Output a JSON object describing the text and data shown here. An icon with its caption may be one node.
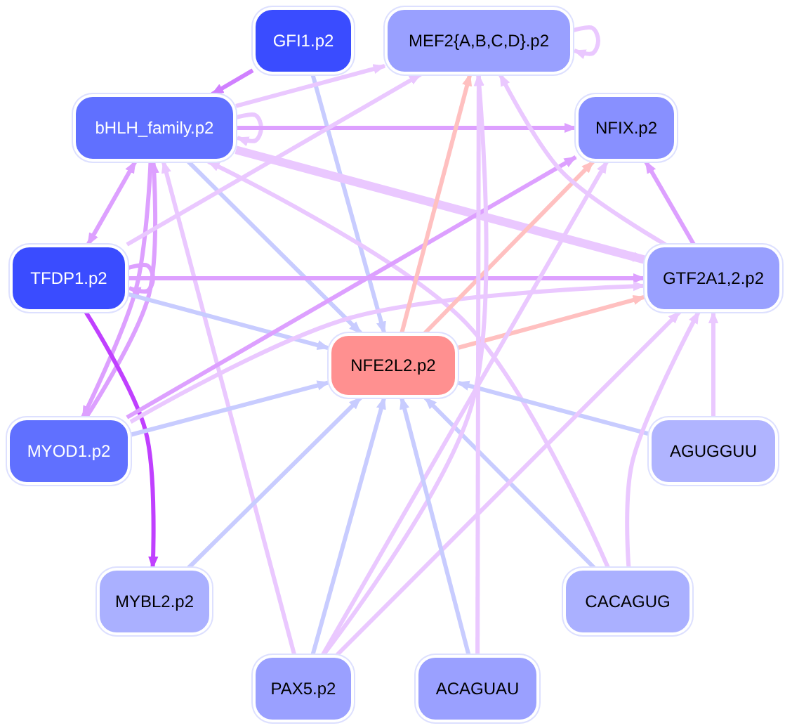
{
  "diagram": {
    "nodes": [
      {
        "text": [
          "GFI1.p2"
        ]
      },
      {
        "text": [
          "MEF2{A,B,C,D}.p2"
        ]
      },
      {
        "text": [
          "bHLH_family.p2"
        ]
      },
      {
        "text": [
          "NFIX.p2"
        ]
      },
      {
        "text": [
          "TFDP1.p2"
        ]
      },
      {
        "text": [
          "GTF2A1,2.p2"
        ]
      },
      {
        "text": [
          "NFE2L2.p2"
        ]
      },
      {
        "text": [
          "MYOD1.p2"
        ]
      },
      {
        "text": [
          "AGUGGUU"
        ]
      },
      {
        "text": [
          "MYBL2.p2"
        ]
      },
      {
        "text": [
          "CACAGUG"
        ]
      },
      {
        "text": [
          "PAX5.p2"
        ]
      },
      {
        "text": [
          "ACAGUAU"
        ]
      }
    ],
    "edges": [
      {
        "from": 0,
        "to": 2,
        "arrow": "to",
        "color": "#d080ff"
      },
      {
        "from": 0,
        "to": 6,
        "arrow": "to",
        "color": "#c8ccff"
      },
      {
        "from": 2,
        "to": 1,
        "arrow": "to"
      },
      {
        "from": 2,
        "to": 2,
        "arrow": "to"
      },
      {
        "from": 2,
        "to": 3,
        "arrow": "to",
        "color": "#dda0ff"
      },
      {
        "from": 2,
        "to": 5,
        "arrow": "to",
        "style": "thick"
      },
      {
        "from": 2,
        "to": 6,
        "arrow": "to",
        "color": "#c8ccff"
      },
      {
        "from": 4,
        "to": 2,
        "arrow": "both",
        "color": "#dda0ff"
      },
      {
        "from": 2,
        "to": 7,
        "arrow": "to",
        "color": "#dda0ff"
      },
      {
        "from": 7,
        "to": 2,
        "arrow": "to",
        "color": "#dda0ff"
      },
      {
        "from": 11,
        "to": 2,
        "arrow": "to"
      },
      {
        "from": 10,
        "to": 2,
        "arrow": "to"
      },
      {
        "from": 4,
        "to": 1,
        "arrow": "to"
      },
      {
        "from": 4,
        "to": 4,
        "arrow": "to",
        "color": "#dda0ff"
      },
      {
        "from": 4,
        "to": 5,
        "arrow": "to",
        "color": "#dda0ff"
      },
      {
        "from": 4,
        "to": 6,
        "arrow": "to",
        "color": "#c8ccff"
      },
      {
        "from": 4,
        "to": 9,
        "arrow": "to",
        "color": "#c040ff"
      },
      {
        "from": 7,
        "to": 3,
        "arrow": "to",
        "color": "#dda0ff"
      },
      {
        "from": 7,
        "to": 5,
        "arrow": "to"
      },
      {
        "from": 7,
        "to": 6,
        "arrow": "to",
        "color": "#c8ccff"
      },
      {
        "from": 6,
        "to": 1,
        "arrow": "to",
        "color": "#ffc0c0"
      },
      {
        "from": 6,
        "to": 3,
        "arrow": "to",
        "color": "#ffc0c0"
      },
      {
        "from": 6,
        "to": 5,
        "arrow": "to",
        "color": "#ffc0c0"
      },
      {
        "from": 5,
        "to": 3,
        "arrow": "to",
        "color": "#dda0ff"
      },
      {
        "from": 5,
        "to": 1,
        "arrow": "to"
      },
      {
        "from": 8,
        "to": 5,
        "arrow": "to"
      },
      {
        "from": 8,
        "to": 6,
        "arrow": "to",
        "color": "#c8ccff"
      },
      {
        "from": 10,
        "to": 5,
        "arrow": "to"
      },
      {
        "from": 10,
        "to": 6,
        "arrow": "to",
        "color": "#c8ccff"
      },
      {
        "from": 11,
        "to": 6,
        "arrow": "to",
        "color": "#c8ccff"
      },
      {
        "from": 11,
        "to": 1,
        "arrow": "to"
      },
      {
        "from": 11,
        "to": 3,
        "arrow": "to"
      },
      {
        "from": 11,
        "to": 5,
        "arrow": "to"
      },
      {
        "from": 12,
        "to": 6,
        "arrow": "to",
        "color": "#c8ccff"
      },
      {
        "from": 12,
        "to": 1,
        "arrow": "to"
      },
      {
        "from": 9,
        "to": 6,
        "arrow": "to",
        "color": "#c8ccff"
      },
      {
        "from": 1,
        "to": 1,
        "arrow": "to"
      }
    ]
  }
}
